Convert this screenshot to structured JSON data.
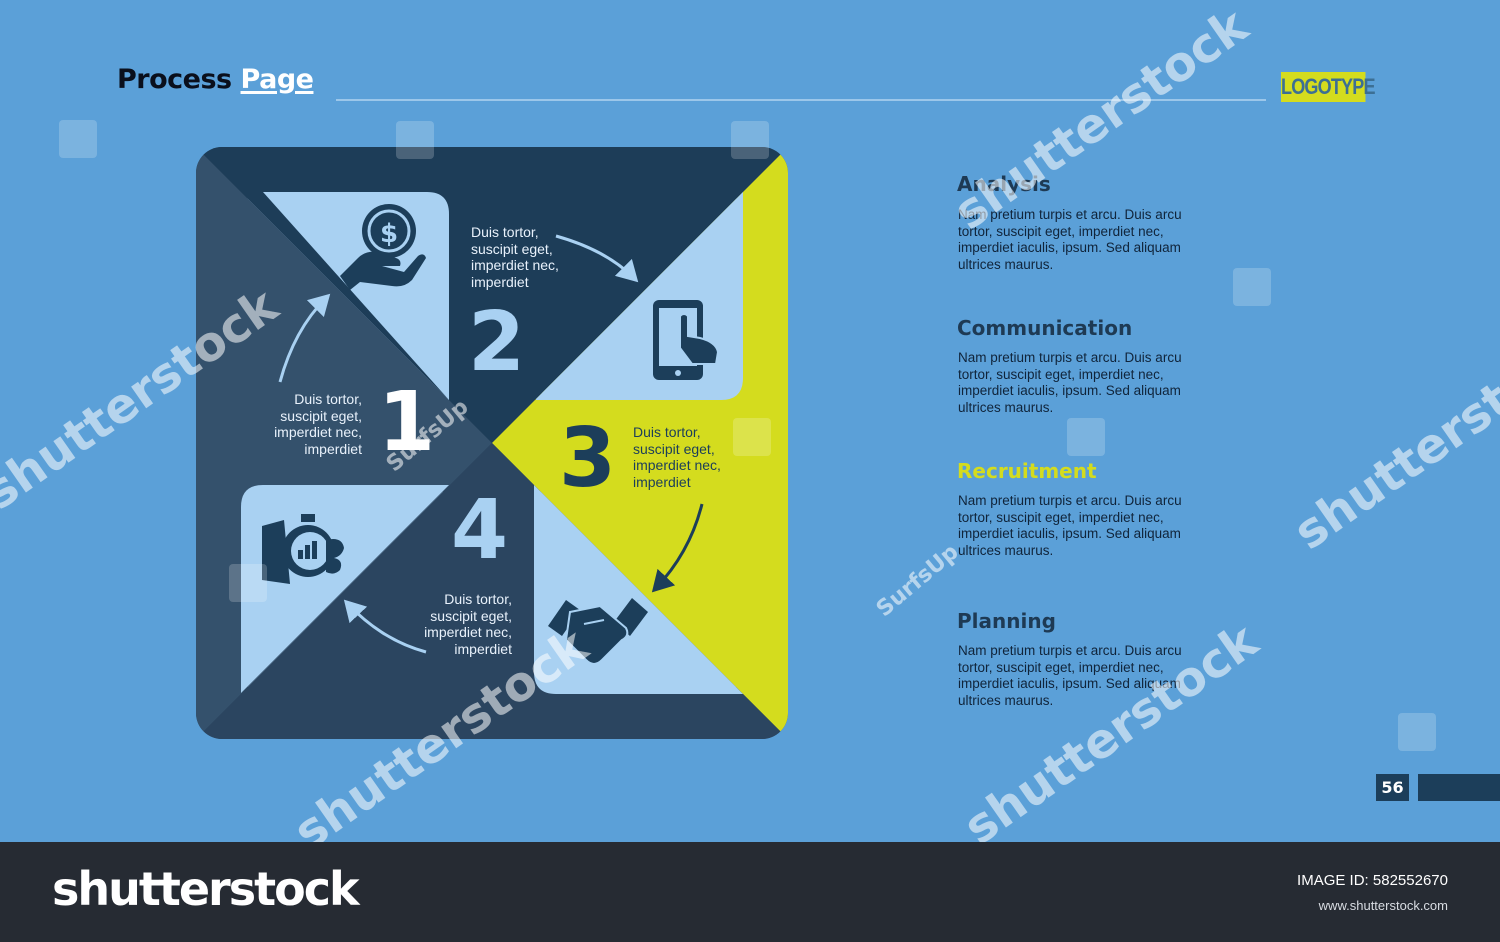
{
  "header": {
    "title_part1": "Process",
    "title_part2": "Page",
    "logotype": "LOGOTYPE"
  },
  "steps": [
    {
      "number": "1",
      "text": "Duis tortor,\nsuscipit eget,\nimperdiet nec,\nimperdiet",
      "icon": "hand-coin-icon"
    },
    {
      "number": "2",
      "text": "Duis tortor,\nsuscipit eget,\nimperdiet nec,\nimperdiet",
      "icon": "tablet-touch-icon"
    },
    {
      "number": "3",
      "text": "Duis tortor,\nsuscipit eget,\nimperdiet nec,\nimperdiet",
      "icon": "handshake-icon"
    },
    {
      "number": "4",
      "text": "Duis tortor,\nsuscipit eget,\nimperdiet nec,\nimperdiet",
      "icon": "hand-stopwatch-icon"
    }
  ],
  "sections": [
    {
      "heading": "Analysis",
      "body": "Nam pretium turpis et arcu. Duis arcu\ntortor, suscipit eget, imperdiet nec,\nimperdiet iaculis, ipsum. Sed aliquam\nultrices maurus."
    },
    {
      "heading": "Communication",
      "body": "Nam pretium turpis et arcu. Duis arcu\ntortor, suscipit eget, imperdiet nec,\nimperdiet iaculis, ipsum. Sed aliquam\nultrices maurus."
    },
    {
      "heading": "Recruitment",
      "body": "Nam pretium turpis et arcu. Duis arcu\ntortor, suscipit eget, imperdiet nec,\nimperdiet iaculis, ipsum. Sed aliquam\nultrices maurus."
    },
    {
      "heading": "Planning",
      "body": "Nam pretium turpis et arcu. Duis arcu\ntortor, suscipit eget, imperdiet nec,\nimperdiet iaculis, ipsum. Sed aliquam\nultrices maurus."
    }
  ],
  "page_number": "56",
  "colors": {
    "background": "#5ba0d8",
    "navy": "#1c3e5a",
    "slate": "#2c4761",
    "light": "#a9d1f2",
    "accent": "#d4dc1e",
    "recruitment_heading": "#d4dc1e"
  },
  "watermark": {
    "brand": "shutterstock",
    "secondary": "SurfsUp"
  },
  "footer": {
    "logo": "shutterstock",
    "image_id_label": "IMAGE ID:",
    "image_id": "582552670",
    "site": "www.shutterstock.com"
  }
}
